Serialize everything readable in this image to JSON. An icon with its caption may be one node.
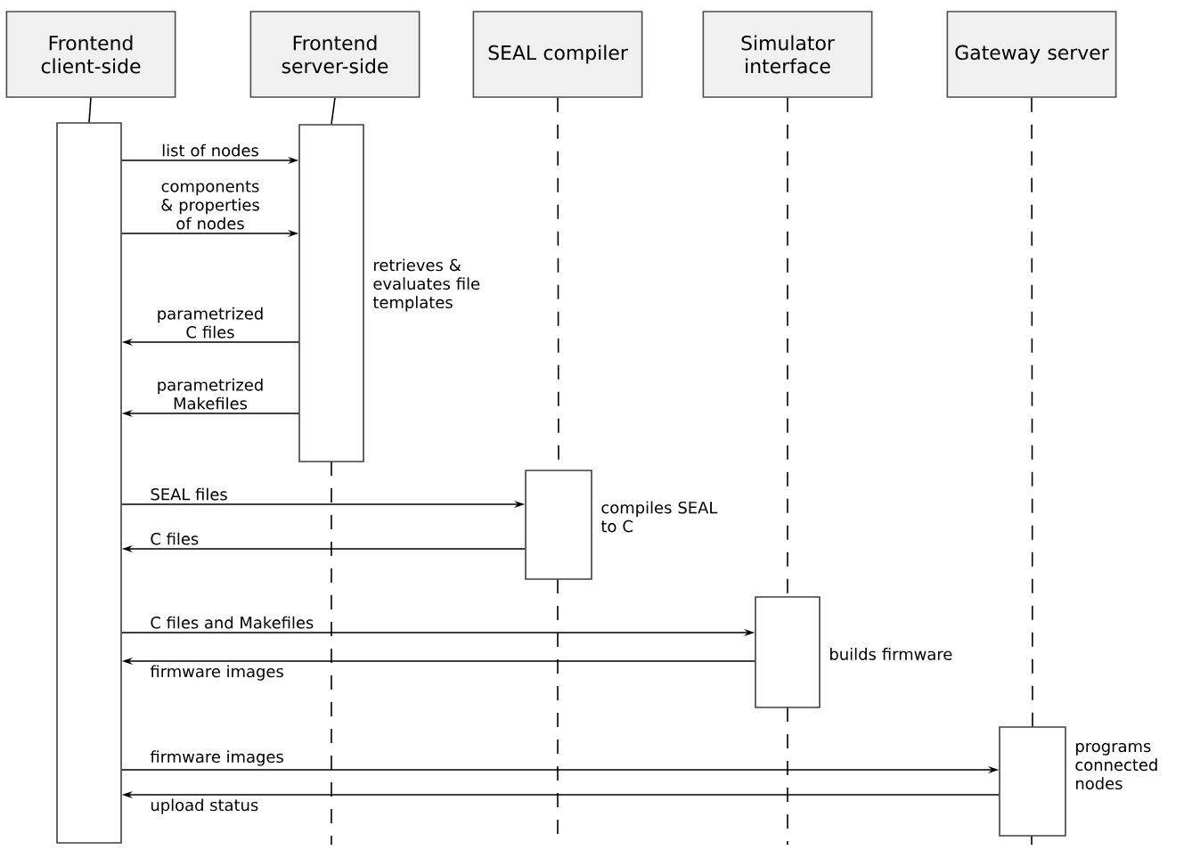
{
  "diagram": {
    "nodes": [
      {
        "text": [
          "Frontend client-side"
        ]
      },
      {
        "text": [
          "Frontend server-side"
        ]
      },
      {
        "text": [
          "SEAL compiler"
        ]
      },
      {
        "text": [
          "Simulator interface"
        ]
      },
      {
        "text": [
          "Gateway server"
        ]
      },
      {
        "text": [],
        "shape": "bar"
      },
      {
        "text": [],
        "shape": "bar",
        "beside": [
          "retrieves & evaluates file templates"
        ]
      },
      {
        "text": [],
        "shape": "bar",
        "beside": [
          "compiles SEAL to C"
        ]
      },
      {
        "text": [],
        "shape": "bar",
        "beside": [
          "builds firmware"
        ]
      },
      {
        "text": [],
        "shape": "bar",
        "beside": [
          "programs connected nodes"
        ]
      }
    ],
    "edges": [
      {
        "from": 0,
        "to": 5,
        "arrow": "none"
      },
      {
        "from": 1,
        "to": 6,
        "arrow": "none"
      },
      {
        "from": 2,
        "to": 7,
        "arrow": "none",
        "style": "dashed"
      },
      {
        "from": 3,
        "to": 8,
        "arrow": "none",
        "style": "dashed"
      },
      {
        "from": 4,
        "to": 9,
        "arrow": "none",
        "style": "dashed"
      },
      {
        "from": 5,
        "to": 6,
        "arrow": "to",
        "label": "list of nodes"
      },
      {
        "from": 5,
        "to": 6,
        "arrow": "to",
        "label": "components & properties of nodes"
      },
      {
        "from": 6,
        "to": 5,
        "arrow": "to",
        "label": "parametrized C files"
      },
      {
        "from": 6,
        "to": 5,
        "arrow": "to",
        "label": "parametrized Makefiles"
      },
      {
        "from": 5,
        "to": 7,
        "arrow": "to",
        "label": "SEAL files"
      },
      {
        "from": 7,
        "to": 5,
        "arrow": "to",
        "label": "C files"
      },
      {
        "from": 5,
        "to": 8,
        "arrow": "to",
        "label": "C files and Makefiles"
      },
      {
        "from": 8,
        "to": 5,
        "arrow": "to",
        "label": "firmware images"
      },
      {
        "from": 5,
        "to": 9,
        "arrow": "to",
        "label": "firmware images"
      },
      {
        "from": 9,
        "to": 5,
        "arrow": "to",
        "label": "upload status"
      }
    ]
  }
}
